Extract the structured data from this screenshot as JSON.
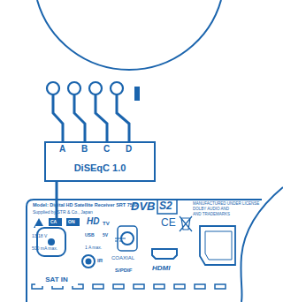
{
  "diagram": {
    "nodes": [
      {
        "text": [
          "DiSEqC 1.0"
        ]
      },
      {
        "text": [
          "SAT IN"
        ]
      }
    ],
    "edges": [
      {
        "from": 0,
        "to": 1,
        "arrow": "none"
      }
    ],
    "labels": [
      "A",
      "B",
      "C",
      "D",
      "Model: Digital HD Satellite Receiver SRT 7502",
      "Supplied by STR & Co., Japan",
      "DVB",
      "S2",
      "CA",
      "ON",
      "HD",
      "TV",
      "CE",
      "13/18 V",
      "500 mA max.",
      "USB",
      "5V",
      "1 A max.",
      "IR",
      "COAXIAL",
      "S/PDIF",
      "HDMI",
      "MANUFACTURED UNDER LICENSE",
      "DOLBY AUDIO AND",
      "AND TRADEMARKS"
    ]
  }
}
